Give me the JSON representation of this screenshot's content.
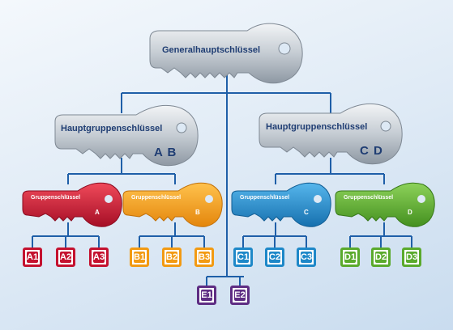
{
  "colors": {
    "line": "#1f5fa8",
    "silver": "#c9cfd6",
    "red": "#c4122f",
    "orange": "#f29a12",
    "blue": "#1e88c8",
    "green": "#5aaa2c",
    "purple": "#5e2d83",
    "label": "#1f3d73"
  },
  "master_key": {
    "label": "Generalhauptschlüssel"
  },
  "main_group_keys": [
    {
      "label": "Hauptgruppenschlüssel",
      "letters": "A B"
    },
    {
      "label": "Hauptgruppenschlüssel",
      "letters": "C D"
    }
  ],
  "group_keys": [
    {
      "label": "Gruppenschlüssel",
      "letter": "A",
      "color": "red"
    },
    {
      "label": "Gruppenschlüssel",
      "letter": "B",
      "color": "orange"
    },
    {
      "label": "Gruppenschlüssel",
      "letter": "C",
      "color": "blue"
    },
    {
      "label": "Gruppenschlüssel",
      "letter": "D",
      "color": "green"
    }
  ],
  "cylinders": [
    {
      "label": "A1",
      "color": "red"
    },
    {
      "label": "A2",
      "color": "red"
    },
    {
      "label": "A3",
      "color": "red"
    },
    {
      "label": "B1",
      "color": "orange"
    },
    {
      "label": "B2",
      "color": "orange"
    },
    {
      "label": "B3",
      "color": "orange"
    },
    {
      "label": "C1",
      "color": "blue"
    },
    {
      "label": "C2",
      "color": "blue"
    },
    {
      "label": "C3",
      "color": "blue"
    },
    {
      "label": "D1",
      "color": "green"
    },
    {
      "label": "D2",
      "color": "green"
    },
    {
      "label": "D3",
      "color": "green"
    },
    {
      "label": "E1",
      "color": "purple"
    },
    {
      "label": "E2",
      "color": "purple"
    }
  ]
}
